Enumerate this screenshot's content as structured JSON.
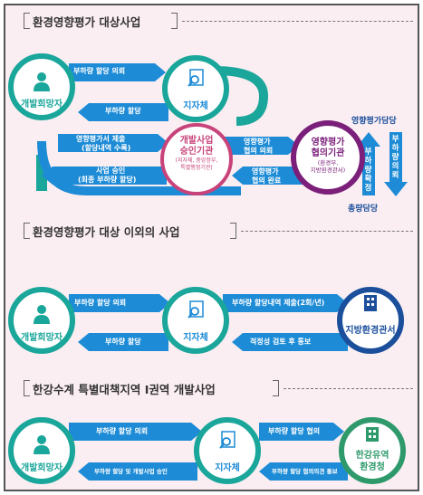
{
  "section1": {
    "title": "환경영향평가 대상사업",
    "applicant": "개발희망자",
    "local_gov": "지자체",
    "approval_org": {
      "title1": "개발사업",
      "title2": "승인기관",
      "sub1": "(지자체, 중앙정부,",
      "sub2": "특별행정기관)"
    },
    "consult_org": {
      "title1": "영향평가",
      "title2": "협의기관",
      "sub1": "(환경부,",
      "sub2": "지방환경관서)"
    },
    "arrow_request": "부하량 할당 의뢰",
    "arrow_assign": "부하량 할당",
    "arrow_submit1": "영향평가서 제출",
    "arrow_submit2": "(할당내역 수록)",
    "arrow_approve1": "사업 승인",
    "arrow_approve2": "(최종 부하량 할당)",
    "arrow_consult1": "영향평가",
    "arrow_consult2": "협의 의뢰",
    "arrow_done1": "영향평가",
    "arrow_done2": "협의 완료",
    "vert_confirm": "부하량 확정",
    "vert_request": "부하량 의뢰",
    "side_top": "영향평가담당",
    "side_bottom": "총량담당"
  },
  "section2": {
    "title": "환경영향평가 대상 이외의 사업",
    "applicant": "개발희망자",
    "local_gov": "지자체",
    "regional_office": "지방환경관서",
    "arrow_request": "부하량 할당 의뢰",
    "arrow_assign": "부하량 할당",
    "arrow_submit": "부하량 할당내역 제출(2회/년)",
    "arrow_review": "적정성 검토 후 통보"
  },
  "section3": {
    "title": "한강수계 특별대책지역 Ⅰ권역 개발사업",
    "applicant": "개발희망자",
    "local_gov": "지자체",
    "han_office1": "한강유역",
    "han_office2": "환경청",
    "arrow_request": "부하량 할당 의뢰",
    "arrow_assign": "부하량 할당 및 개발사업 승인",
    "arrow_consult": "부하량 할당 협의",
    "arrow_notice": "부하량 할당 협의의견 통보"
  },
  "colors": {
    "teal": "#1aa69a",
    "blue": "#2384d6",
    "purple": "#7b1f7a",
    "pink": "#c8437a",
    "navy": "#1b4f9c",
    "green": "#2e9a6c"
  }
}
